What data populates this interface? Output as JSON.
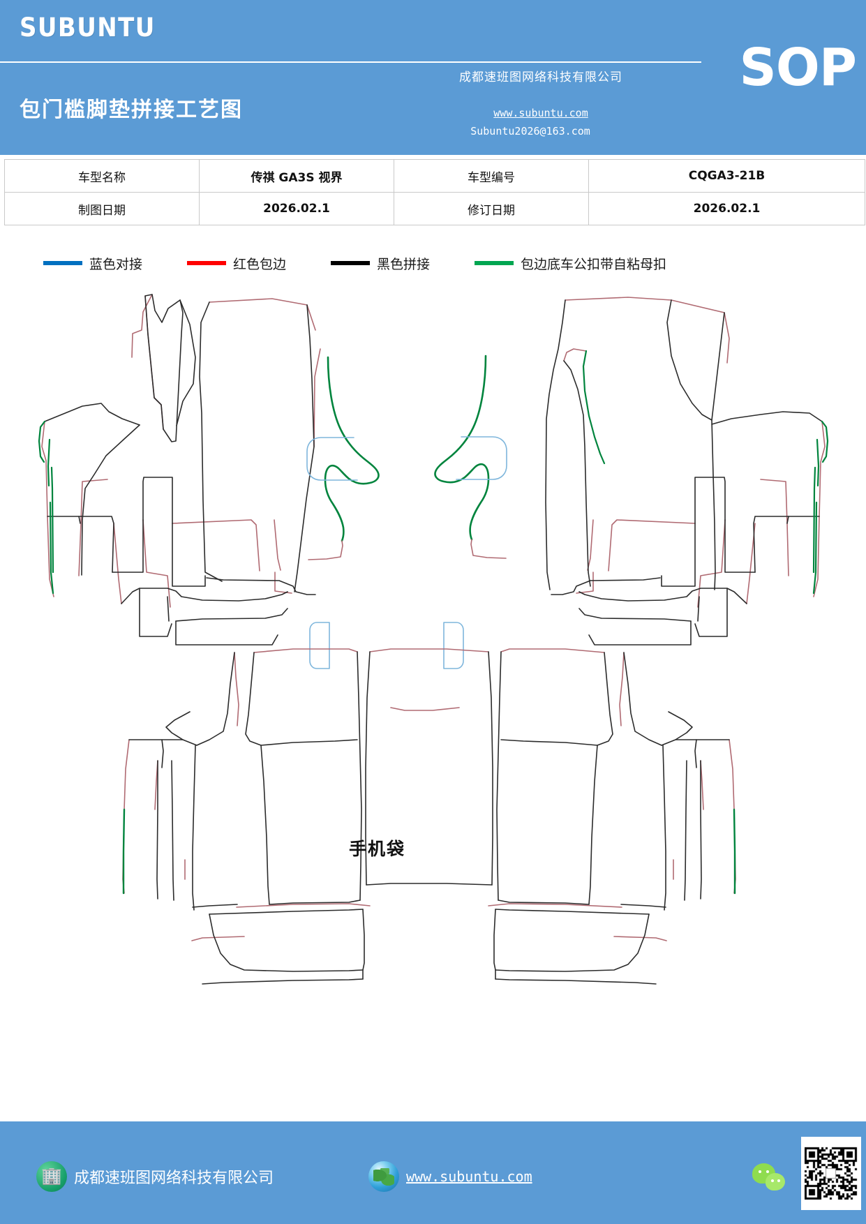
{
  "header": {
    "brand": "SUBUNTU",
    "doc_type_badge": "SOP",
    "title": "包门槛脚垫拼接工艺图",
    "company": "成都速班图网络科技有限公司",
    "website": "www.subuntu.com",
    "email": "Subuntu2026@163.com",
    "bg_color": "#5b9bd5"
  },
  "info_table": {
    "rows": [
      [
        {
          "label": "车型名称",
          "type": "label"
        },
        {
          "label": "传祺 GA3S 视界",
          "type": "value"
        },
        {
          "label": "车型编号",
          "type": "label"
        },
        {
          "label": "CQGA3-21B",
          "type": "value"
        }
      ],
      [
        {
          "label": "制图日期",
          "type": "label"
        },
        {
          "label": "2026.02.1",
          "type": "value"
        },
        {
          "label": "修订日期",
          "type": "label"
        },
        {
          "label": "2026.02.1",
          "type": "value"
        }
      ]
    ]
  },
  "legend": {
    "items": [
      {
        "color": "#0070c0",
        "label": "蓝色对接"
      },
      {
        "color": "#ff0000",
        "label": "红色包边"
      },
      {
        "color": "#000000",
        "label": "黑色拼接"
      },
      {
        "color": "#00a651",
        "label": "包边底车公扣带自粘母扣"
      }
    ]
  },
  "drawing": {
    "annotations": [
      {
        "label": "手机袋"
      }
    ],
    "stroke_colors": {
      "black_seam": "#2b2b2b",
      "red_binding": "#b06a72",
      "blue_butt_joint": "#7eb6dc",
      "green_hook_loop": "#00843d"
    }
  },
  "footer": {
    "company": "成都速班图网络科技有限公司",
    "website": "www.subuntu.com",
    "building_icon": "building-icon",
    "globe_icon": "globe-icon",
    "wechat_icon": "wechat-icon",
    "qr_icon": "qr-code"
  }
}
